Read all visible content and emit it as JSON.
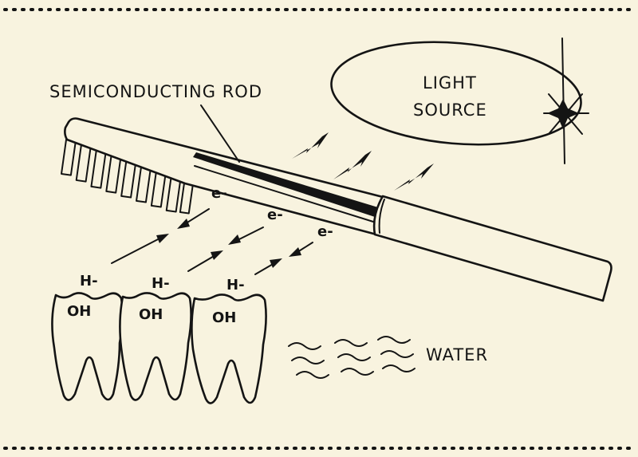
{
  "labels": {
    "semiconducting_rod": "SEMICONDUCTING ROD",
    "light_source_line1": "LIGHT",
    "light_source_line2": "SOURCE",
    "water": "WATER",
    "electron": "e-",
    "hydrogen": "H-",
    "hydroxyl": "OH"
  },
  "colors": {
    "background": "#f8f3df",
    "ink": "#141414"
  }
}
